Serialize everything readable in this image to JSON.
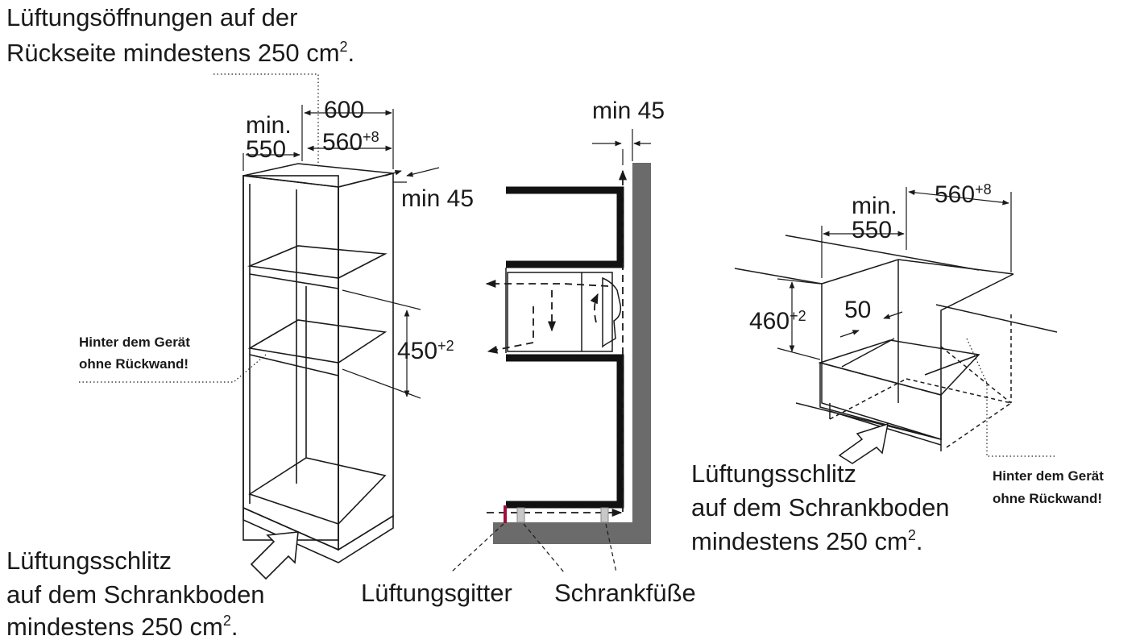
{
  "labels": {
    "rear_vent_line1": "Lüftungsöffnungen auf der",
    "rear_vent_line2": "Rückseite mindestens 250 cm",
    "rear_vent_sup": "2",
    "rear_vent_end": ".",
    "behind_left_line1": "Hinter dem Gerät",
    "behind_left_line2": "ohne Rückwand!",
    "bottom_left_line1": "Lüftungsschlitz",
    "bottom_left_line2": "auf dem Schrankboden",
    "bottom_left_line3": "mindestens 250 cm",
    "bottom_left_sup": "2",
    "bottom_left_end": ".",
    "grille": "Lüftungsgitter",
    "feet": "Schrankfüße",
    "bottom_right_line1": "Lüftungsschlitz",
    "bottom_right_line2": "auf dem Schrankboden",
    "bottom_right_line3": "mindestens 250 cm",
    "bottom_right_sup": "2",
    "bottom_right_end": ".",
    "behind_right_line1": "Hinter dem Gerät",
    "behind_right_line2": "ohne Rückwand!"
  },
  "dims": {
    "min_label": "min.",
    "depth_550": "550",
    "width_600": "600",
    "width_560": "560",
    "tol_plus8": "+8",
    "min45_left": "min 45",
    "height_450": "450",
    "tol_plus2": "+2",
    "min45_center": "min 45",
    "right_min_label": "min.",
    "right_depth_550": "550",
    "right_width_560": "560",
    "right_tol_plus8": "+8",
    "height_460": "460",
    "right_tol_plus2": "+2",
    "gap_50": "50"
  },
  "colors": {
    "wall": "#6b6b6b",
    "line": "#1a1a1a",
    "grille": "#a0103a",
    "foot": "#c8c8c8"
  }
}
